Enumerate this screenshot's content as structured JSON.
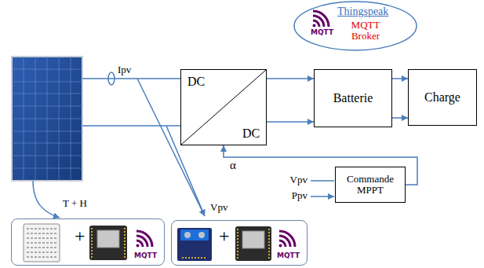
{
  "diagram": {
    "nodes": [
      {
        "text": [
          "MQTT",
          "Thingspeak",
          "MQTT Broker"
        ]
      },
      {
        "text": [
          "DC",
          "DC"
        ]
      },
      {
        "text": [
          "Batterie"
        ]
      },
      {
        "text": [
          "Charge"
        ]
      },
      {
        "text": [
          "Commande MPPT"
        ]
      },
      {
        "text": [
          "+",
          "MQTT"
        ]
      },
      {
        "text": [
          "+",
          "MQTT"
        ]
      }
    ],
    "edges": [
      {
        "from": 1,
        "to": 2,
        "arrow": "to"
      },
      {
        "from": 1,
        "to": 2,
        "arrow": "to"
      },
      {
        "from": 2,
        "to": 3,
        "arrow": "to"
      },
      {
        "from": 2,
        "to": 3,
        "arrow": "to"
      },
      {
        "from": 4,
        "to": 1,
        "arrow": "to",
        "label": "α"
      }
    ],
    "labels": [
      "Ipv",
      "T + H",
      "Vpv",
      "Vpv",
      "Ppv"
    ]
  }
}
